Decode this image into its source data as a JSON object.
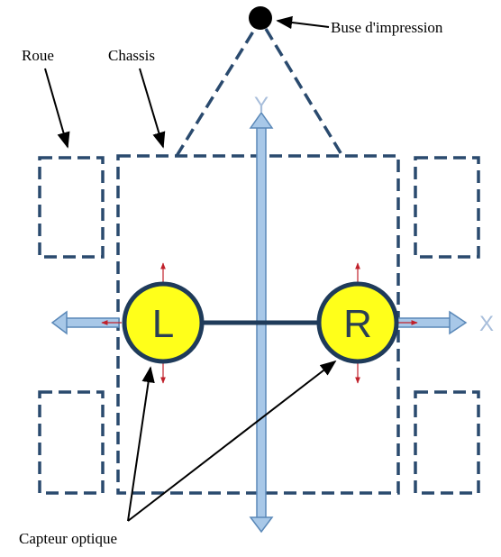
{
  "labels": {
    "nozzle": "Buse d'impression",
    "wheel": "Roue",
    "chassis": "Chassis",
    "sensor": "Capteur optique"
  },
  "axes": {
    "x": "X",
    "y": "Y"
  },
  "sensors": {
    "left": "L",
    "right": "R"
  },
  "colors": {
    "dash": "#2a4a6e",
    "axis_fill": "#a8c8e8",
    "axis_stroke": "#5a88b8",
    "axis_label": "#a8bedb",
    "sensor_fill": "#ffff1a",
    "sensor_stroke": "#1f3b5a",
    "small_arrow": "#c0202a"
  }
}
